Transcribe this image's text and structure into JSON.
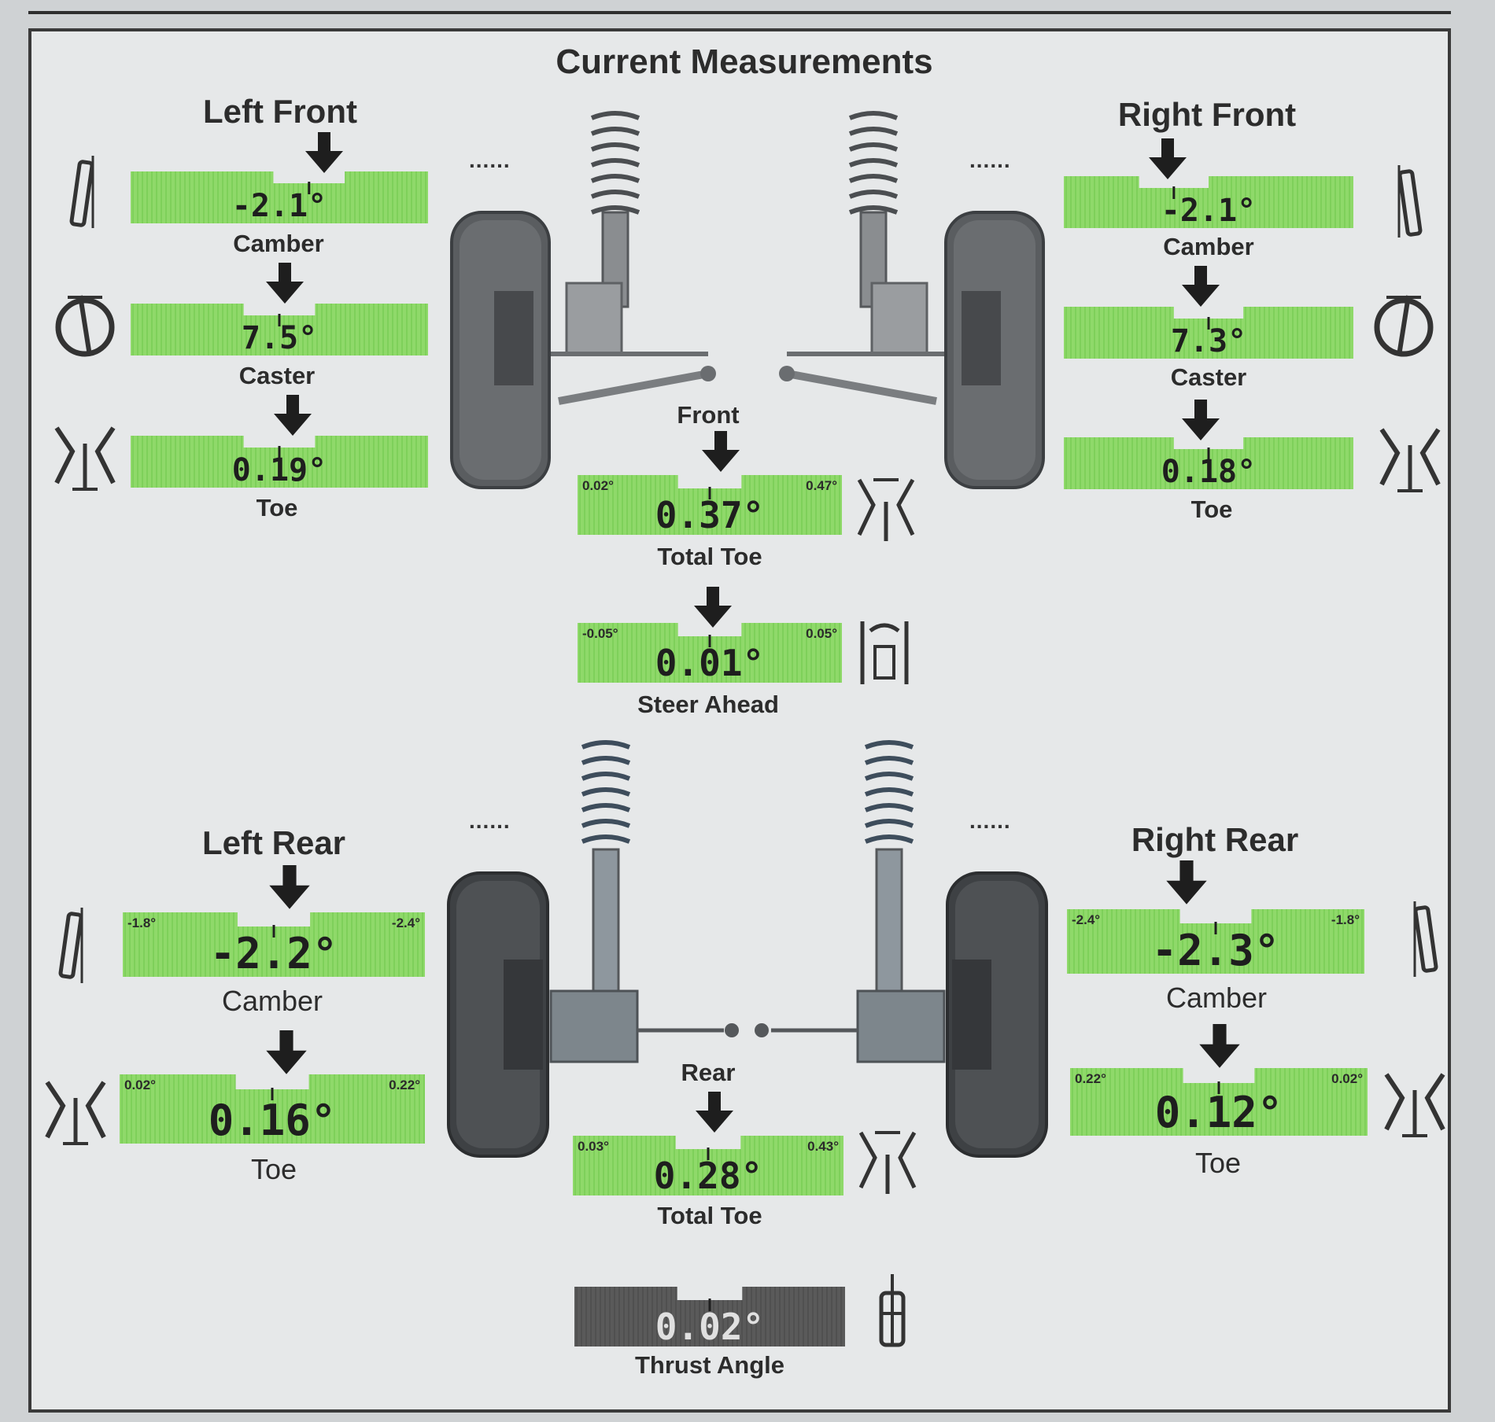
{
  "title": "Current Measurements",
  "dots": "......",
  "left_front": {
    "label": "Left Front",
    "camber": {
      "label": "Camber",
      "value": "-2.1°"
    },
    "caster": {
      "label": "Caster",
      "value": "7.5°"
    },
    "toe": {
      "label": "Toe",
      "value": "0.19°"
    }
  },
  "right_front": {
    "label": "Right Front",
    "camber": {
      "label": "Camber",
      "value": "-2.1°"
    },
    "caster": {
      "label": "Caster",
      "value": "7.3°"
    },
    "toe": {
      "label": "Toe",
      "value": "0.18°"
    }
  },
  "front": {
    "label": "Front",
    "total_toe": {
      "label": "Total Toe",
      "value": "0.37°",
      "min": "0.02°",
      "max": "0.47°"
    },
    "steer_ahead": {
      "label": "Steer Ahead",
      "value": "0.01°",
      "min": "-0.05°",
      "max": "0.05°"
    }
  },
  "left_rear": {
    "label": "Left Rear",
    "camber": {
      "label": "Camber",
      "value": "-2.2°",
      "min": "-1.8°",
      "max": "-2.4°"
    },
    "toe": {
      "label": "Toe",
      "value": "0.16°",
      "min": "0.02°",
      "max": "0.22°"
    }
  },
  "right_rear": {
    "label": "Right Rear",
    "camber": {
      "label": "Camber",
      "value": "-2.3°",
      "min": "-2.4°",
      "max": "-1.8°"
    },
    "toe": {
      "label": "Toe",
      "value": "0.12°",
      "min": "0.22°",
      "max": "0.02°"
    }
  },
  "rear": {
    "label": "Rear",
    "total_toe": {
      "label": "Total Toe",
      "value": "0.28°",
      "min": "0.03°",
      "max": "0.43°"
    }
  },
  "thrust": {
    "label": "Thrust Angle",
    "value": "0.02°"
  },
  "colors": {
    "in_spec": "#8fd96a",
    "in_spec_dark": "#5fbf3a",
    "neutral": "#5a5a5a",
    "neutral_dark": "#3e3e3e"
  },
  "icons": [
    "camber-icon",
    "caster-icon",
    "toe-icon",
    "total-toe-icon",
    "steer-ahead-icon",
    "thrust-angle-icon",
    "down-arrow-icon"
  ]
}
